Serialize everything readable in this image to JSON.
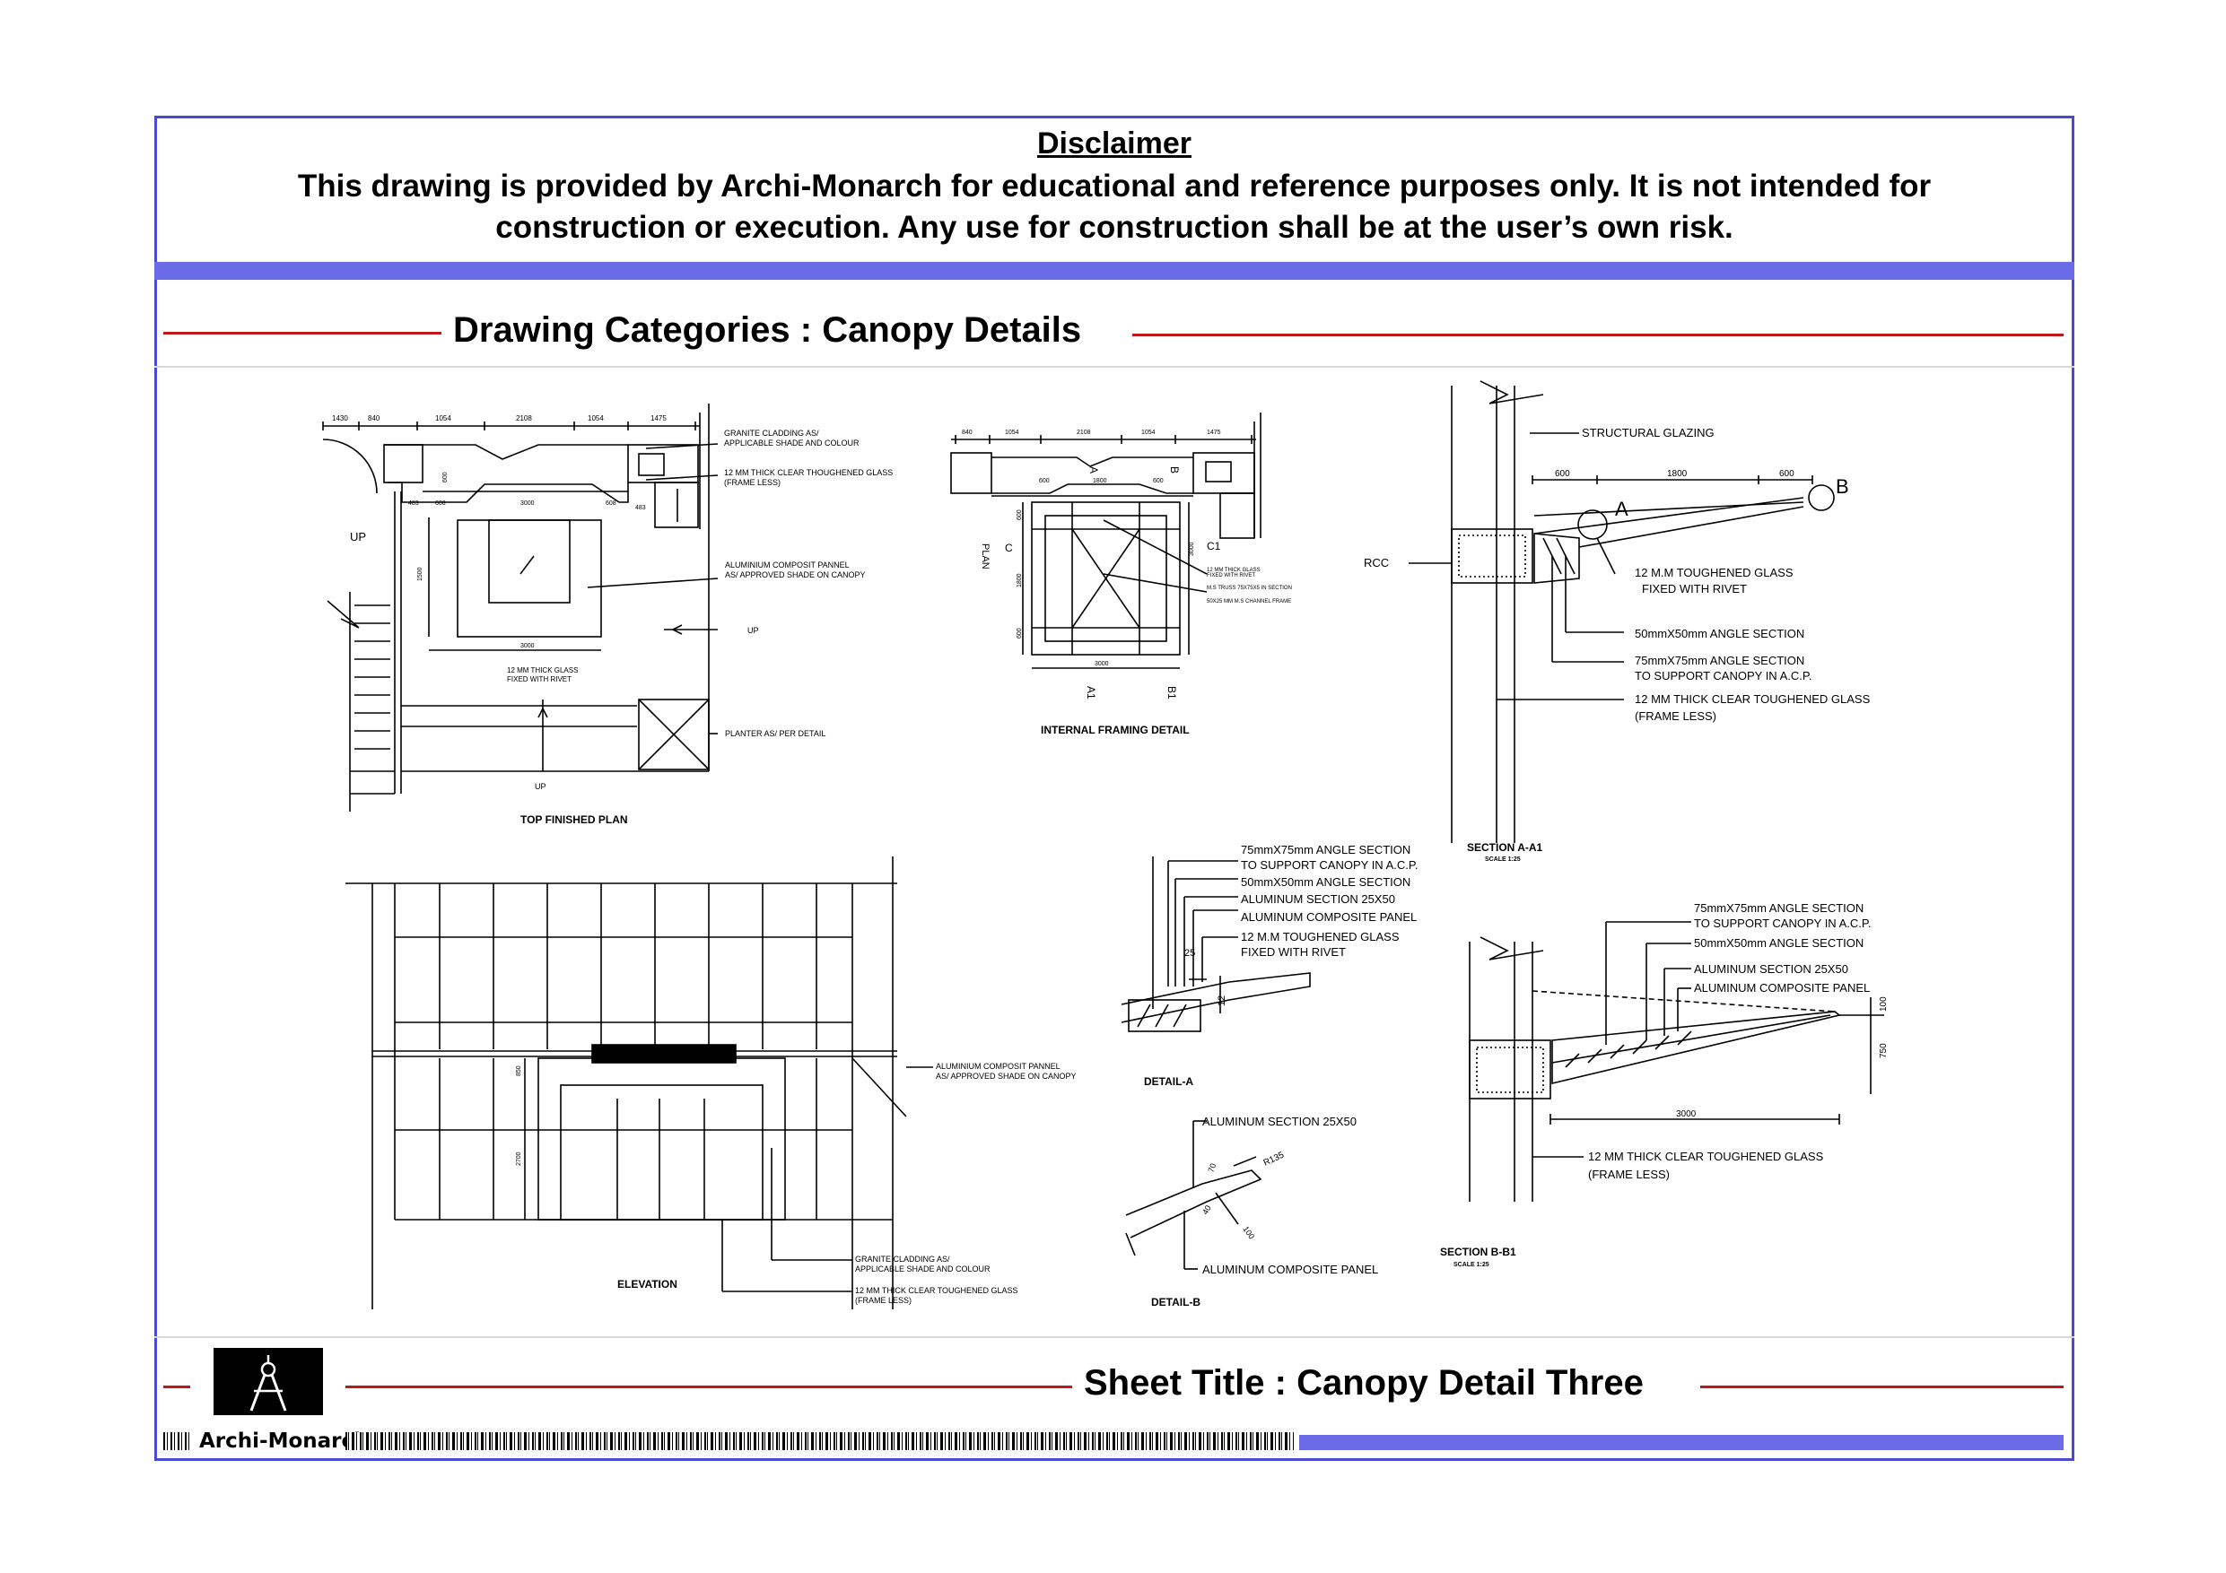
{
  "disclaimer": {
    "title": "Disclaimer",
    "line1": "This drawing is provided by Archi-Monarch for educational and reference purposes only. It is not intended for",
    "line2": "construction or execution. Any use for construction shall be at the user’s own risk."
  },
  "category_title": "Drawing Categories : Canopy Details",
  "sheet_title": "Sheet Title : Canopy Detail Three",
  "brand": "Archi-Monarch",
  "colors": {
    "frame": "#4a4ad0",
    "band": "#6b6be8",
    "rule": "#c01818"
  },
  "drawings": {
    "top_plan": {
      "title": "TOP FINISHED PLAN",
      "dims_top": [
        "1430",
        "840",
        "1054",
        "2108",
        "1054",
        "1475"
      ],
      "dims_row2": [
        "483",
        "608",
        "3000",
        "608",
        "483"
      ],
      "dim_side": "1500",
      "dim_small": "600",
      "dim_bottom": "3000",
      "up_labels": [
        "UP",
        "UP",
        "UP"
      ],
      "notes": {
        "granite": [
          "GRANITE CLADDING AS/",
          "APPLICABLE SHADE AND COLOUR"
        ],
        "glass": [
          "12 MM THICK CLEAR THOUGHENED GLASS",
          "(FRAME LESS)"
        ],
        "acp": [
          "ALUMINIUM COMPOSIT PANNEL",
          "AS/ APPROVED SHADE ON CANOPY"
        ],
        "glass2": [
          "12 MM THICK GLASS",
          "FIXED WITH RIVET"
        ],
        "planter": "PLANTER AS/ PER DETAIL"
      }
    },
    "internal_framing": {
      "title": "INTERNAL FRAMING DETAIL",
      "dims_top": [
        "840",
        "1054",
        "2108",
        "1054",
        "1475"
      ],
      "dims_row2": [
        "600",
        "1800",
        "600"
      ],
      "dims_side": [
        "600",
        "1800",
        "600"
      ],
      "dim_side_right": "3000",
      "dim_bottom": "3000",
      "marks": [
        "A",
        "B",
        "C",
        "C1",
        "A1",
        "B1"
      ],
      "plan_label": "PLAN",
      "notes": [
        "12 MM THICK GLASS",
        "FIXED WITH RIVET",
        "M.S TRUSS 75X75X5 IN SECTION",
        "50X25 MM M.S CHANNEL FRAME"
      ]
    },
    "section_a": {
      "title": "SECTION A-A1",
      "scale": "SCALE 1:25",
      "rcc": "RCC",
      "structural_glazing": "STRUCTURAL  GLAZING",
      "dims": [
        "600",
        "1800",
        "600"
      ],
      "marks": [
        "A",
        "B"
      ],
      "notes": {
        "glass": [
          "12  M.M   TOUGHENED  GLASS",
          "FIXED  WITH  RIVET"
        ],
        "angle50": "50mmX50mm  ANGLE  SECTION",
        "angle75": [
          "75mmX75mm  ANGLE  SECTION",
          "TO  SUPPORT  CANOPY  IN  A.C.P."
        ],
        "glass2": [
          "12  MM  THICK  CLEAR  TOUGHENED  GLASS",
          "(FRAME  LESS)"
        ]
      }
    },
    "elevation": {
      "title": "ELEVATION",
      "dims": [
        "850",
        "2700"
      ],
      "notes": {
        "acp": [
          "ALUMINIUM  COMPOSIT  PANNEL",
          "AS/  APPROVED  SHADE  ON  CANOPY"
        ],
        "granite": [
          "GRANITE  CLADDING  AS/",
          "APPLICABLE  SHADE  AND  COLOUR"
        ],
        "glass": [
          "12  MM  THICK  CLEAR  TOUGHENED  GLASS",
          "(FRAME  LESS)"
        ]
      }
    },
    "detail_a": {
      "title": "DETAIL-A",
      "dims": [
        "25",
        "12"
      ],
      "notes": [
        "75mmX75mm  ANGLE  SECTION",
        "TO  SUPPORT  CANOPY  IN  A.C.P.",
        "50mmX50mm  ANGLE  SECTION",
        "ALUMINUM  SECTION  25X50",
        "ALUMINUM  COMPOSITE  PANEL",
        "12  M.M   TOUGHENED  GLASS",
        "FIXED  WITH  RIVET"
      ]
    },
    "detail_b": {
      "title": "DETAIL-B",
      "dims": [
        "R135",
        "70",
        "40",
        "100"
      ],
      "notes": [
        "ALUMINUM  SECTION  25X50",
        "ALUMINUM  COMPOSITE  PANEL"
      ]
    },
    "section_b": {
      "title": "SECTION B-B1",
      "scale": "SCALE 1:25",
      "dims": [
        "3000",
        "100",
        "750"
      ],
      "notes": {
        "angle75": [
          "75mmX75mm  ANGLE  SECTION",
          "TO  SUPPORT  CANOPY  IN  A.C.P."
        ],
        "angle50": "50mmX50mm  ANGLE  SECTION",
        "alu_section": "ALUMINUM  SECTION  25X50",
        "acp": "ALUMINUM  COMPOSITE  PANEL",
        "glass": [
          "12  MM  THICK  CLEAR  TOUGHENED  GLASS",
          "(FRAME  LESS)"
        ]
      }
    }
  }
}
